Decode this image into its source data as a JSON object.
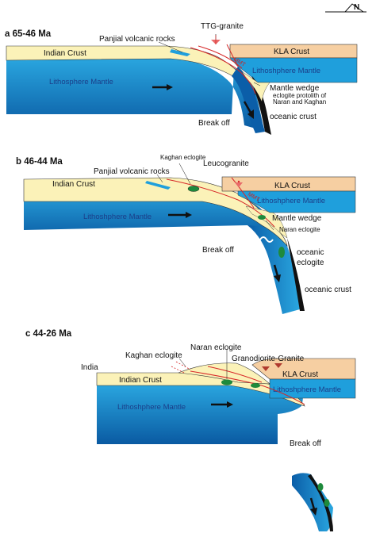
{
  "north_arrow": {
    "label": "N"
  },
  "panels": [
    {
      "title": "a 65-46 Ma",
      "labels": {
        "tonalite_granite": "TTG-granite",
        "volcanic_rocks": "Panjial volcanic rocks",
        "indian_crust": "Indian Crust",
        "kla_crust": "KLA Crust",
        "lithosphere_mantle_left": "Lithosphere Mantle",
        "lithosphere_mantle_right": "Lithoshphere Mantle",
        "suture": "MMT",
        "mantle_wedge": "Mantle wedge",
        "eclogite_protolith": "eclogite protolith of\nNaran and Kaghan",
        "oceanic_crust": "oceanic crust",
        "break_off": "Break off"
      }
    },
    {
      "title": "b 46-44 Ma",
      "labels": {
        "kaghan_eclogite": "Kaghan eclogite",
        "leucogranite": "Leucogranite",
        "volcanic_rocks": "Panjial volcanic rocks",
        "indian_crust": "Indian Crust",
        "kla_crust": "KLA Crust",
        "lithosphere_mantle_left": "Lithoshphere Mantle",
        "lithosphere_mantle_right": "Lithoshphere Mantle",
        "suture": "MMT",
        "mantle_wedge": "Mantle wedge",
        "naran_eclogite": "Naran eclogite",
        "break_off": "Break off",
        "oceanic_eclogite": "oceanic\neclogite",
        "oceanic_crust": "oceanic crust"
      }
    },
    {
      "title": "c 44-26 Ma",
      "labels": {
        "naran_eclogite": "Naran eclogite",
        "kaghan_eclogite": "Kaghan eclogite",
        "granodiorite_granite": "Granodiorite-Granite",
        "india": "India",
        "indian_crust": "Indian Crust",
        "kla_crust": "KLA Crust",
        "lithosphere_mantle_left": "Lithoshphere Mantle",
        "lithosphere_mantle_right": "Lithoshphere Mantle",
        "break_off": "Break off"
      }
    }
  ],
  "colors": {
    "crust": "#fbf2b8",
    "kla_crust": "#f6cfa2",
    "mantle_top": "#1d9cd8",
    "mantle_deep": "#0b5ea8",
    "suture_line": "#d62828",
    "oceanic_crust": "#111111",
    "eclogite": "#1e8a3c"
  }
}
